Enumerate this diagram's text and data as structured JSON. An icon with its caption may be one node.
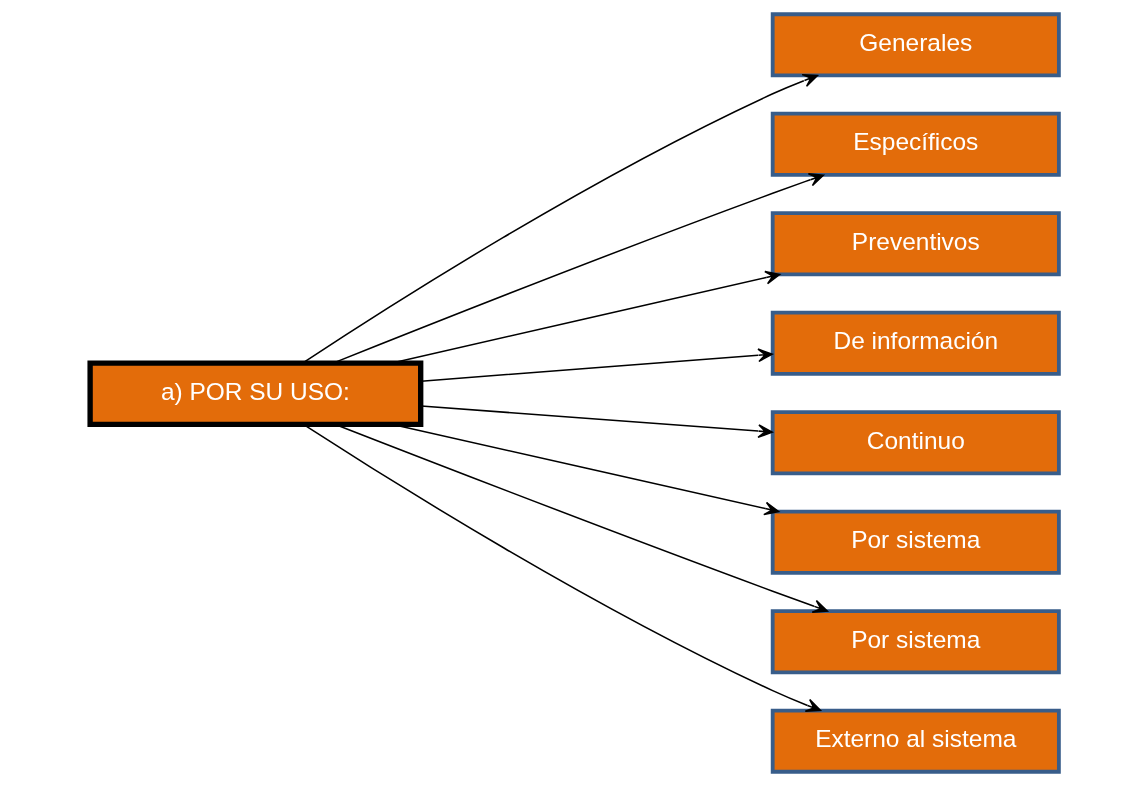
{
  "diagram": {
    "nodes": [
      {
        "text": [
          "a) POR SU USO:"
        ]
      },
      {
        "text": [
          "Generales"
        ]
      },
      {
        "text": [
          "Específicos"
        ]
      },
      {
        "text": [
          "Preventivos"
        ]
      },
      {
        "text": [
          "De información"
        ]
      },
      {
        "text": [
          "Continuo"
        ]
      },
      {
        "text": [
          "Por sistema"
        ]
      },
      {
        "text": [
          "Por sistema"
        ]
      },
      {
        "text": [
          "Externo al sistema"
        ]
      }
    ],
    "edges": [
      {
        "from": 0,
        "to": 1,
        "arrow": "to"
      },
      {
        "from": 0,
        "to": 2,
        "arrow": "to"
      },
      {
        "from": 0,
        "to": 3,
        "arrow": "to"
      },
      {
        "from": 0,
        "to": 4,
        "arrow": "to"
      },
      {
        "from": 0,
        "to": 5,
        "arrow": "to"
      },
      {
        "from": 0,
        "to": 6,
        "arrow": "to"
      },
      {
        "from": 0,
        "to": 7,
        "arrow": "to"
      },
      {
        "from": 0,
        "to": 8,
        "arrow": "to"
      }
    ]
  }
}
